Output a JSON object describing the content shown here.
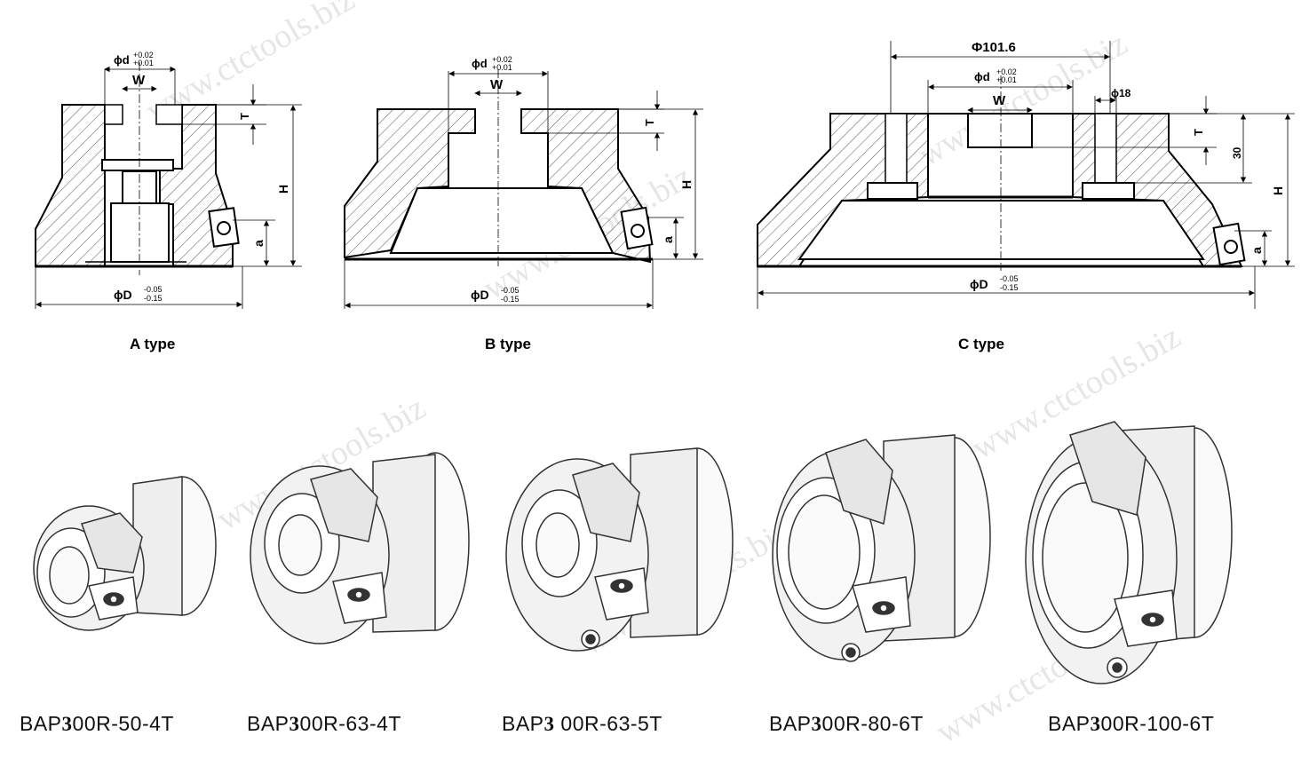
{
  "watermark": "www.ctctools.biz",
  "drawings": {
    "a": {
      "type_label": "A type",
      "dims": {
        "d": "ϕd",
        "d_tol_up": "+0.02",
        "d_tol_low": "+0.01",
        "W": "W",
        "T": "T",
        "H": "H",
        "a": "a",
        "D": "ϕD",
        "D_tol_up": "-0.05",
        "D_tol_low": "-0.15"
      }
    },
    "b": {
      "type_label": "B type",
      "dims": {
        "d": "ϕd",
        "d_tol_up": "+0.02",
        "d_tol_low": "+0.01",
        "W": "W",
        "T": "T",
        "H": "H",
        "a": "a",
        "D": "ϕD",
        "D_tol_up": "-0.05",
        "D_tol_low": "-0.15"
      }
    },
    "c": {
      "type_label": "C type",
      "dims": {
        "outer": "Φ101.6",
        "hole": "ϕ18",
        "depth": "30",
        "d": "ϕd",
        "d_tol_up": "+0.02",
        "d_tol_low": "+0.01",
        "W": "W",
        "T": "T",
        "H": "H",
        "a": "a",
        "D": "ϕD",
        "D_tol_up": "-0.05",
        "D_tol_low": "-0.15"
      }
    }
  },
  "models": [
    {
      "prefix": "BAP",
      "digit": "3",
      "suffix": "00R-50-4T"
    },
    {
      "prefix": "BAP",
      "digit": "3",
      "suffix": "00R-63-4T"
    },
    {
      "prefix": "BAP",
      "digit": "3",
      "suffix": " 00R-63-5T"
    },
    {
      "prefix": "BAP",
      "digit": "3",
      "suffix": "00R-80-6T"
    },
    {
      "prefix": "BAP",
      "digit": "3",
      "suffix": "00R-100-6T"
    }
  ]
}
